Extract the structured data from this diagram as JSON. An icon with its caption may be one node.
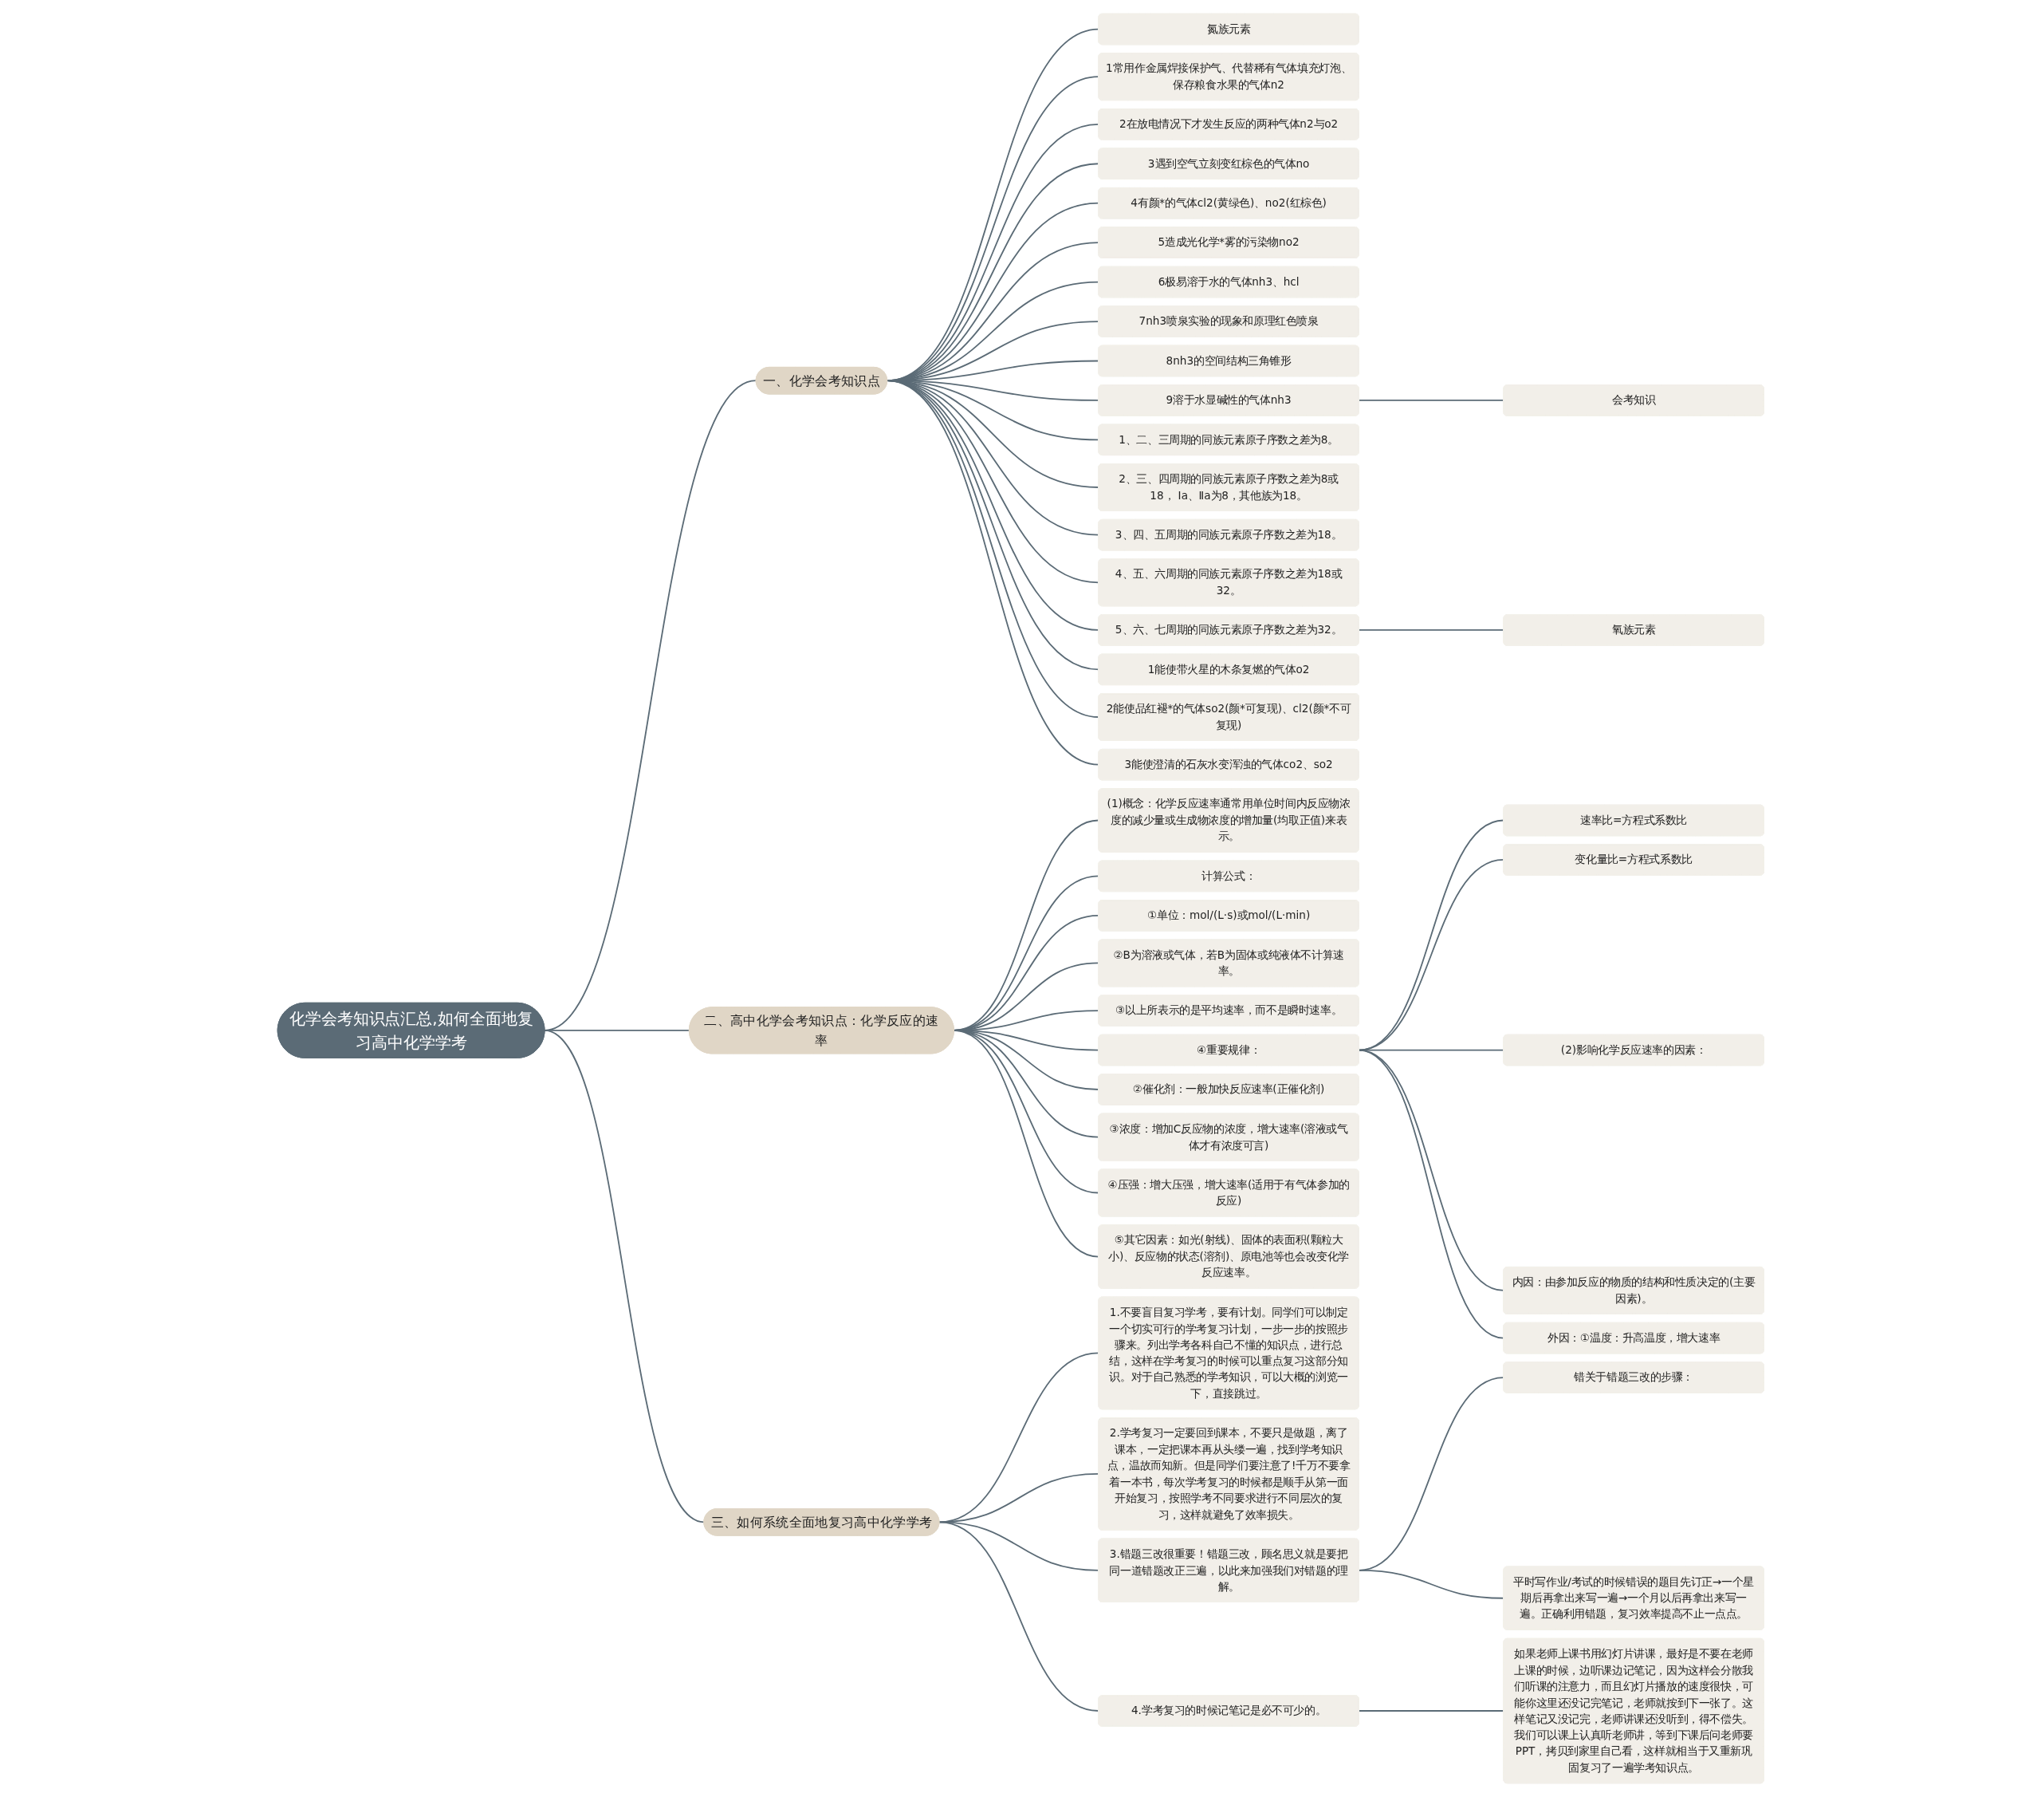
{
  "diagram": {
    "nodes": [
      {
        "text": [
          "化学会考知识点汇总,如何全面地复习高中化学学考"
        ]
      },
      {
        "text": [
          "一、化学会考知识点"
        ]
      },
      {
        "text": [
          "氮族元素"
        ]
      },
      {
        "text": [
          "1常用作金属焊接保护气、代替稀有气体填充灯泡、保存粮食水果的气体n2"
        ]
      },
      {
        "text": [
          "2在放电情况下才发生反应的两种气体n2与o2"
        ]
      },
      {
        "text": [
          "3遇到空气立刻变红棕色的气体no"
        ]
      },
      {
        "text": [
          "4有颜*的气体cl2(黄绿色)、no2(红棕色)"
        ]
      },
      {
        "text": [
          "5造成光化学*雾的污染物no2"
        ]
      },
      {
        "text": [
          "6极易溶于水的气体nh3、hcl"
        ]
      },
      {
        "text": [
          "7nh3喷泉实验的现象和原理红色喷泉"
        ]
      },
      {
        "text": [
          "8nh3的空间结构三角锥形"
        ]
      },
      {
        "text": [
          "9溶于水显碱性的气体nh3"
        ]
      },
      {
        "text": [
          "会考知识"
        ]
      },
      {
        "text": [
          "1、二、三周期的同族元素原子序数之差为8。"
        ]
      },
      {
        "text": [
          "2、三、四周期的同族元素原子序数之差为8或18， Ⅰa、Ⅱa为8，其他族为18。"
        ]
      },
      {
        "text": [
          "3、四、五周期的同族元素原子序数之差为18。"
        ]
      },
      {
        "text": [
          "4、五、六周期的同族元素原子序数之差为18或32。"
        ]
      },
      {
        "text": [
          "5、六、七周期的同族元素原子序数之差为32。"
        ]
      },
      {
        "text": [
          "氧族元素"
        ]
      },
      {
        "text": [
          "1能使带火星的木条复燃的气体o2"
        ]
      },
      {
        "text": [
          "2能使品红褪*的气体so2(颜*可复现)、cl2(颜*不可复现)"
        ]
      },
      {
        "text": [
          "3能使澄清的石灰水变浑浊的气体co2、so2"
        ]
      },
      {
        "text": [
          "二、高中化学会考知识点：化学反应的速率"
        ]
      },
      {
        "text": [
          "(1)概念：化学反应速率通常用单位时间内反应物浓度的减少量或生成物浓度的增加量(均取正值)来表示。"
        ]
      },
      {
        "text": [
          "计算公式："
        ]
      },
      {
        "text": [
          "①单位：mol/(L·s)或mol/(L·min)"
        ]
      },
      {
        "text": [
          "②B为溶液或气体，若B为固体或纯液体不计算速率。"
        ]
      },
      {
        "text": [
          "③以上所表示的是平均速率，而不是瞬时速率。"
        ]
      },
      {
        "text": [
          "④重要规律："
        ]
      },
      {
        "text": [
          "速率比=方程式系数比"
        ]
      },
      {
        "text": [
          "变化量比=方程式系数比"
        ]
      },
      {
        "text": [
          "(2)影响化学反应速率的因素："
        ]
      },
      {
        "text": [
          "内因：由参加反应的物质的结构和性质决定的(主要因素)。"
        ]
      },
      {
        "text": [
          "外因：①温度：升高温度，增大速率"
        ]
      },
      {
        "text": [
          "②催化剂：一般加快反应速率(正催化剂)"
        ]
      },
      {
        "text": [
          "③浓度：增加C反应物的浓度，增大速率(溶液或气体才有浓度可言)"
        ]
      },
      {
        "text": [
          "④压强：增大压强，增大速率(适用于有气体参加的反应)"
        ]
      },
      {
        "text": [
          "⑤其它因素：如光(射线)、固体的表面积(颗粒大小)、反应物的状态(溶剂)、原电池等也会改变化学反应速率。"
        ]
      },
      {
        "text": [
          "三、如何系统全面地复习高中化学学考"
        ]
      },
      {
        "text": [
          "1.不要盲目复习学考，要有计划。同学们可以制定一个切实可行的学考复习计划，一步一步的按照步骤来。列出学考各科自己不懂的知识点，进行总结，这样在学考复习的时候可以重点复习这部分知识。对于自己熟悉的学考知识，可以大概的浏览一下，直接跳过。"
        ]
      },
      {
        "text": [
          "2.学考复习一定要回到课本，不要只是做题，离了课本，一定把课本再从头缕一遍，找到学考知识点，温故而知新。但是同学们要注意了!千万不要拿着一本书，每次学考复习的时候都是顺手从第一面开始复习，按照学考不同要求进行不同层次的复习，这样就避免了效率损失。"
        ]
      },
      {
        "text": [
          "3.错题三改很重要！错题三改，顾名思义就是要把同一道错题改正三遍，以此来加强我们对错题的理解。"
        ]
      },
      {
        "text": [
          "错关于错题三改的步骤："
        ]
      },
      {
        "text": [
          "平时写作业/考试的时候错误的题目先订正→一个星期后再拿出来写一遍→一个月以后再拿出来写一遍。正确利用错题，复习效率提高不止一点点。"
        ]
      },
      {
        "text": [
          "4.学考复习的时候记笔记是必不可少的。"
        ]
      },
      {
        "text": [
          "如果老师上课书用幻灯片讲课，最好是不要在老师上课的时候，边听课边记笔记，因为这样会分散我们听课的注意力，而且幻灯片播放的速度很快，可能你这里还没记完笔记，老师就按到下一张了。这样笔记又没记完，老师讲课还没听到，得不偿失。我们可以课上认真听老师讲，等到下课后问老师要PPT，拷贝到家里自己看，这样就相当于又重新巩固复习了一遍学考知识点。"
        ]
      }
    ],
    "edges": [
      {
        "from": 0,
        "to": 1,
        "arrow": "none"
      },
      {
        "from": 1,
        "to": 2,
        "arrow": "none"
      },
      {
        "from": 1,
        "to": 3,
        "arrow": "none"
      },
      {
        "from": 1,
        "to": 4,
        "arrow": "none"
      },
      {
        "from": 1,
        "to": 5,
        "arrow": "none"
      },
      {
        "from": 1,
        "to": 6,
        "arrow": "none"
      },
      {
        "from": 1,
        "to": 7,
        "arrow": "none"
      },
      {
        "from": 1,
        "to": 8,
        "arrow": "none"
      },
      {
        "from": 1,
        "to": 9,
        "arrow": "none"
      },
      {
        "from": 1,
        "to": 10,
        "arrow": "none"
      },
      {
        "from": 1,
        "to": 11,
        "arrow": "none"
      },
      {
        "from": 11,
        "to": 12,
        "arrow": "none"
      },
      {
        "from": 1,
        "to": 13,
        "arrow": "none"
      },
      {
        "from": 1,
        "to": 14,
        "arrow": "none"
      },
      {
        "from": 1,
        "to": 15,
        "arrow": "none"
      },
      {
        "from": 1,
        "to": 16,
        "arrow": "none"
      },
      {
        "from": 1,
        "to": 17,
        "arrow": "none"
      },
      {
        "from": 17,
        "to": 18,
        "arrow": "none"
      },
      {
        "from": 1,
        "to": 19,
        "arrow": "none"
      },
      {
        "from": 1,
        "to": 20,
        "arrow": "none"
      },
      {
        "from": 1,
        "to": 21,
        "arrow": "none"
      },
      {
        "from": 0,
        "to": 22,
        "arrow": "none"
      },
      {
        "from": 22,
        "to": 23,
        "arrow": "none"
      },
      {
        "from": 22,
        "to": 24,
        "arrow": "none"
      },
      {
        "from": 22,
        "to": 25,
        "arrow": "none"
      },
      {
        "from": 22,
        "to": 26,
        "arrow": "none"
      },
      {
        "from": 22,
        "to": 27,
        "arrow": "none"
      },
      {
        "from": 22,
        "to": 28,
        "arrow": "none"
      },
      {
        "from": 28,
        "to": 29,
        "arrow": "none"
      },
      {
        "from": 28,
        "to": 30,
        "arrow": "none"
      },
      {
        "from": 28,
        "to": 31,
        "arrow": "none"
      },
      {
        "from": 28,
        "to": 32,
        "arrow": "none"
      },
      {
        "from": 28,
        "to": 33,
        "arrow": "none"
      },
      {
        "from": 22,
        "to": 34,
        "arrow": "none"
      },
      {
        "from": 22,
        "to": 35,
        "arrow": "none"
      },
      {
        "from": 22,
        "to": 36,
        "arrow": "none"
      },
      {
        "from": 22,
        "to": 37,
        "arrow": "none"
      },
      {
        "from": 0,
        "to": 38,
        "arrow": "none"
      },
      {
        "from": 38,
        "to": 39,
        "arrow": "none"
      },
      {
        "from": 38,
        "to": 40,
        "arrow": "none"
      },
      {
        "from": 38,
        "to": 41,
        "arrow": "none"
      },
      {
        "from": 41,
        "to": 42,
        "arrow": "none"
      },
      {
        "from": 41,
        "to": 43,
        "arrow": "none"
      },
      {
        "from": 38,
        "to": 44,
        "arrow": "none"
      },
      {
        "from": 44,
        "to": 45,
        "arrow": "none"
      }
    ]
  }
}
